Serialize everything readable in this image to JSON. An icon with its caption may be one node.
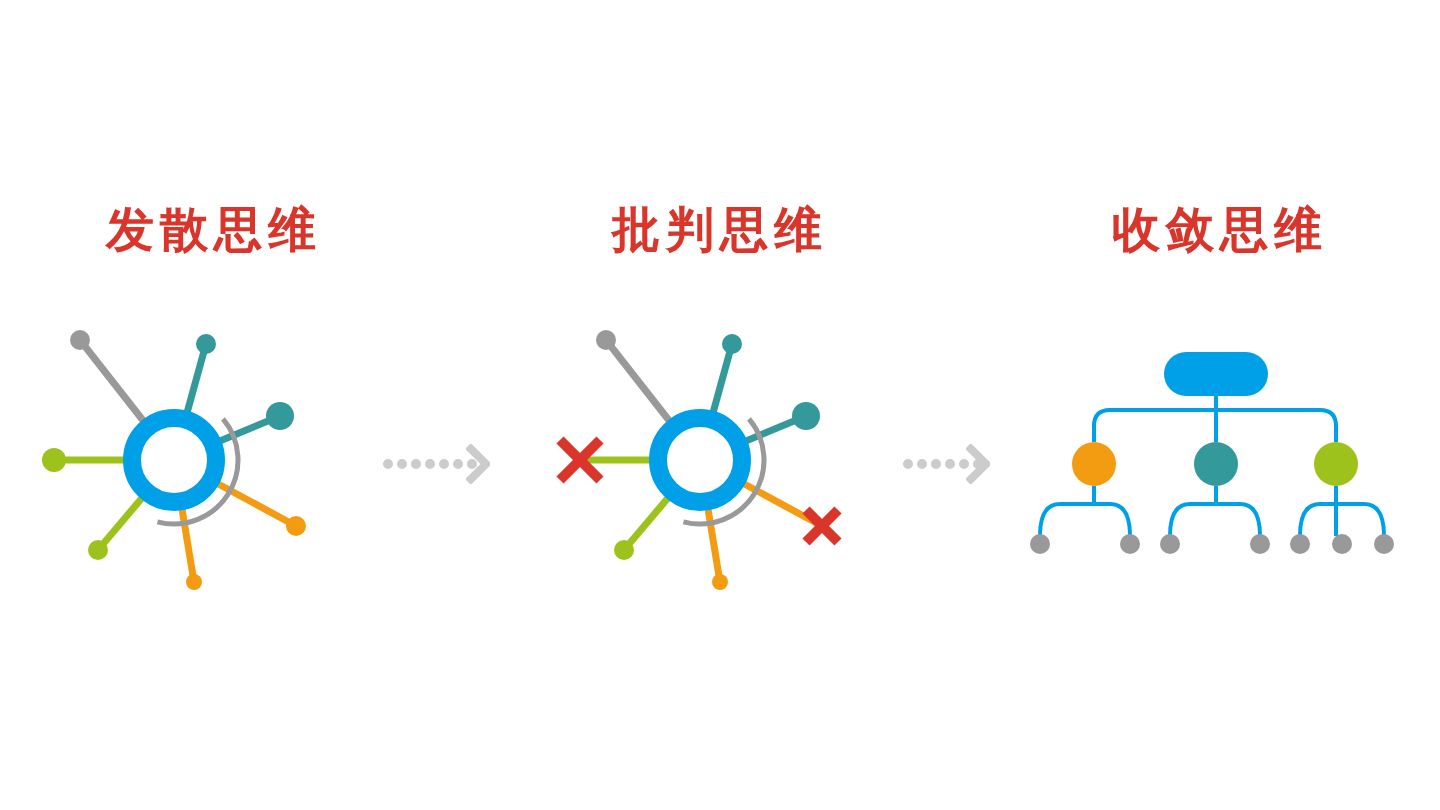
{
  "diagram": {
    "nodes": [
      {
        "text": [
          "发散思维"
        ]
      },
      {
        "text": [
          "批判思维"
        ]
      },
      {
        "text": [
          "收敛思维"
        ]
      }
    ],
    "edges": [
      {
        "from": 0,
        "to": 1,
        "arrow": "to"
      },
      {
        "from": 1,
        "to": 2,
        "arrow": "to"
      }
    ]
  }
}
